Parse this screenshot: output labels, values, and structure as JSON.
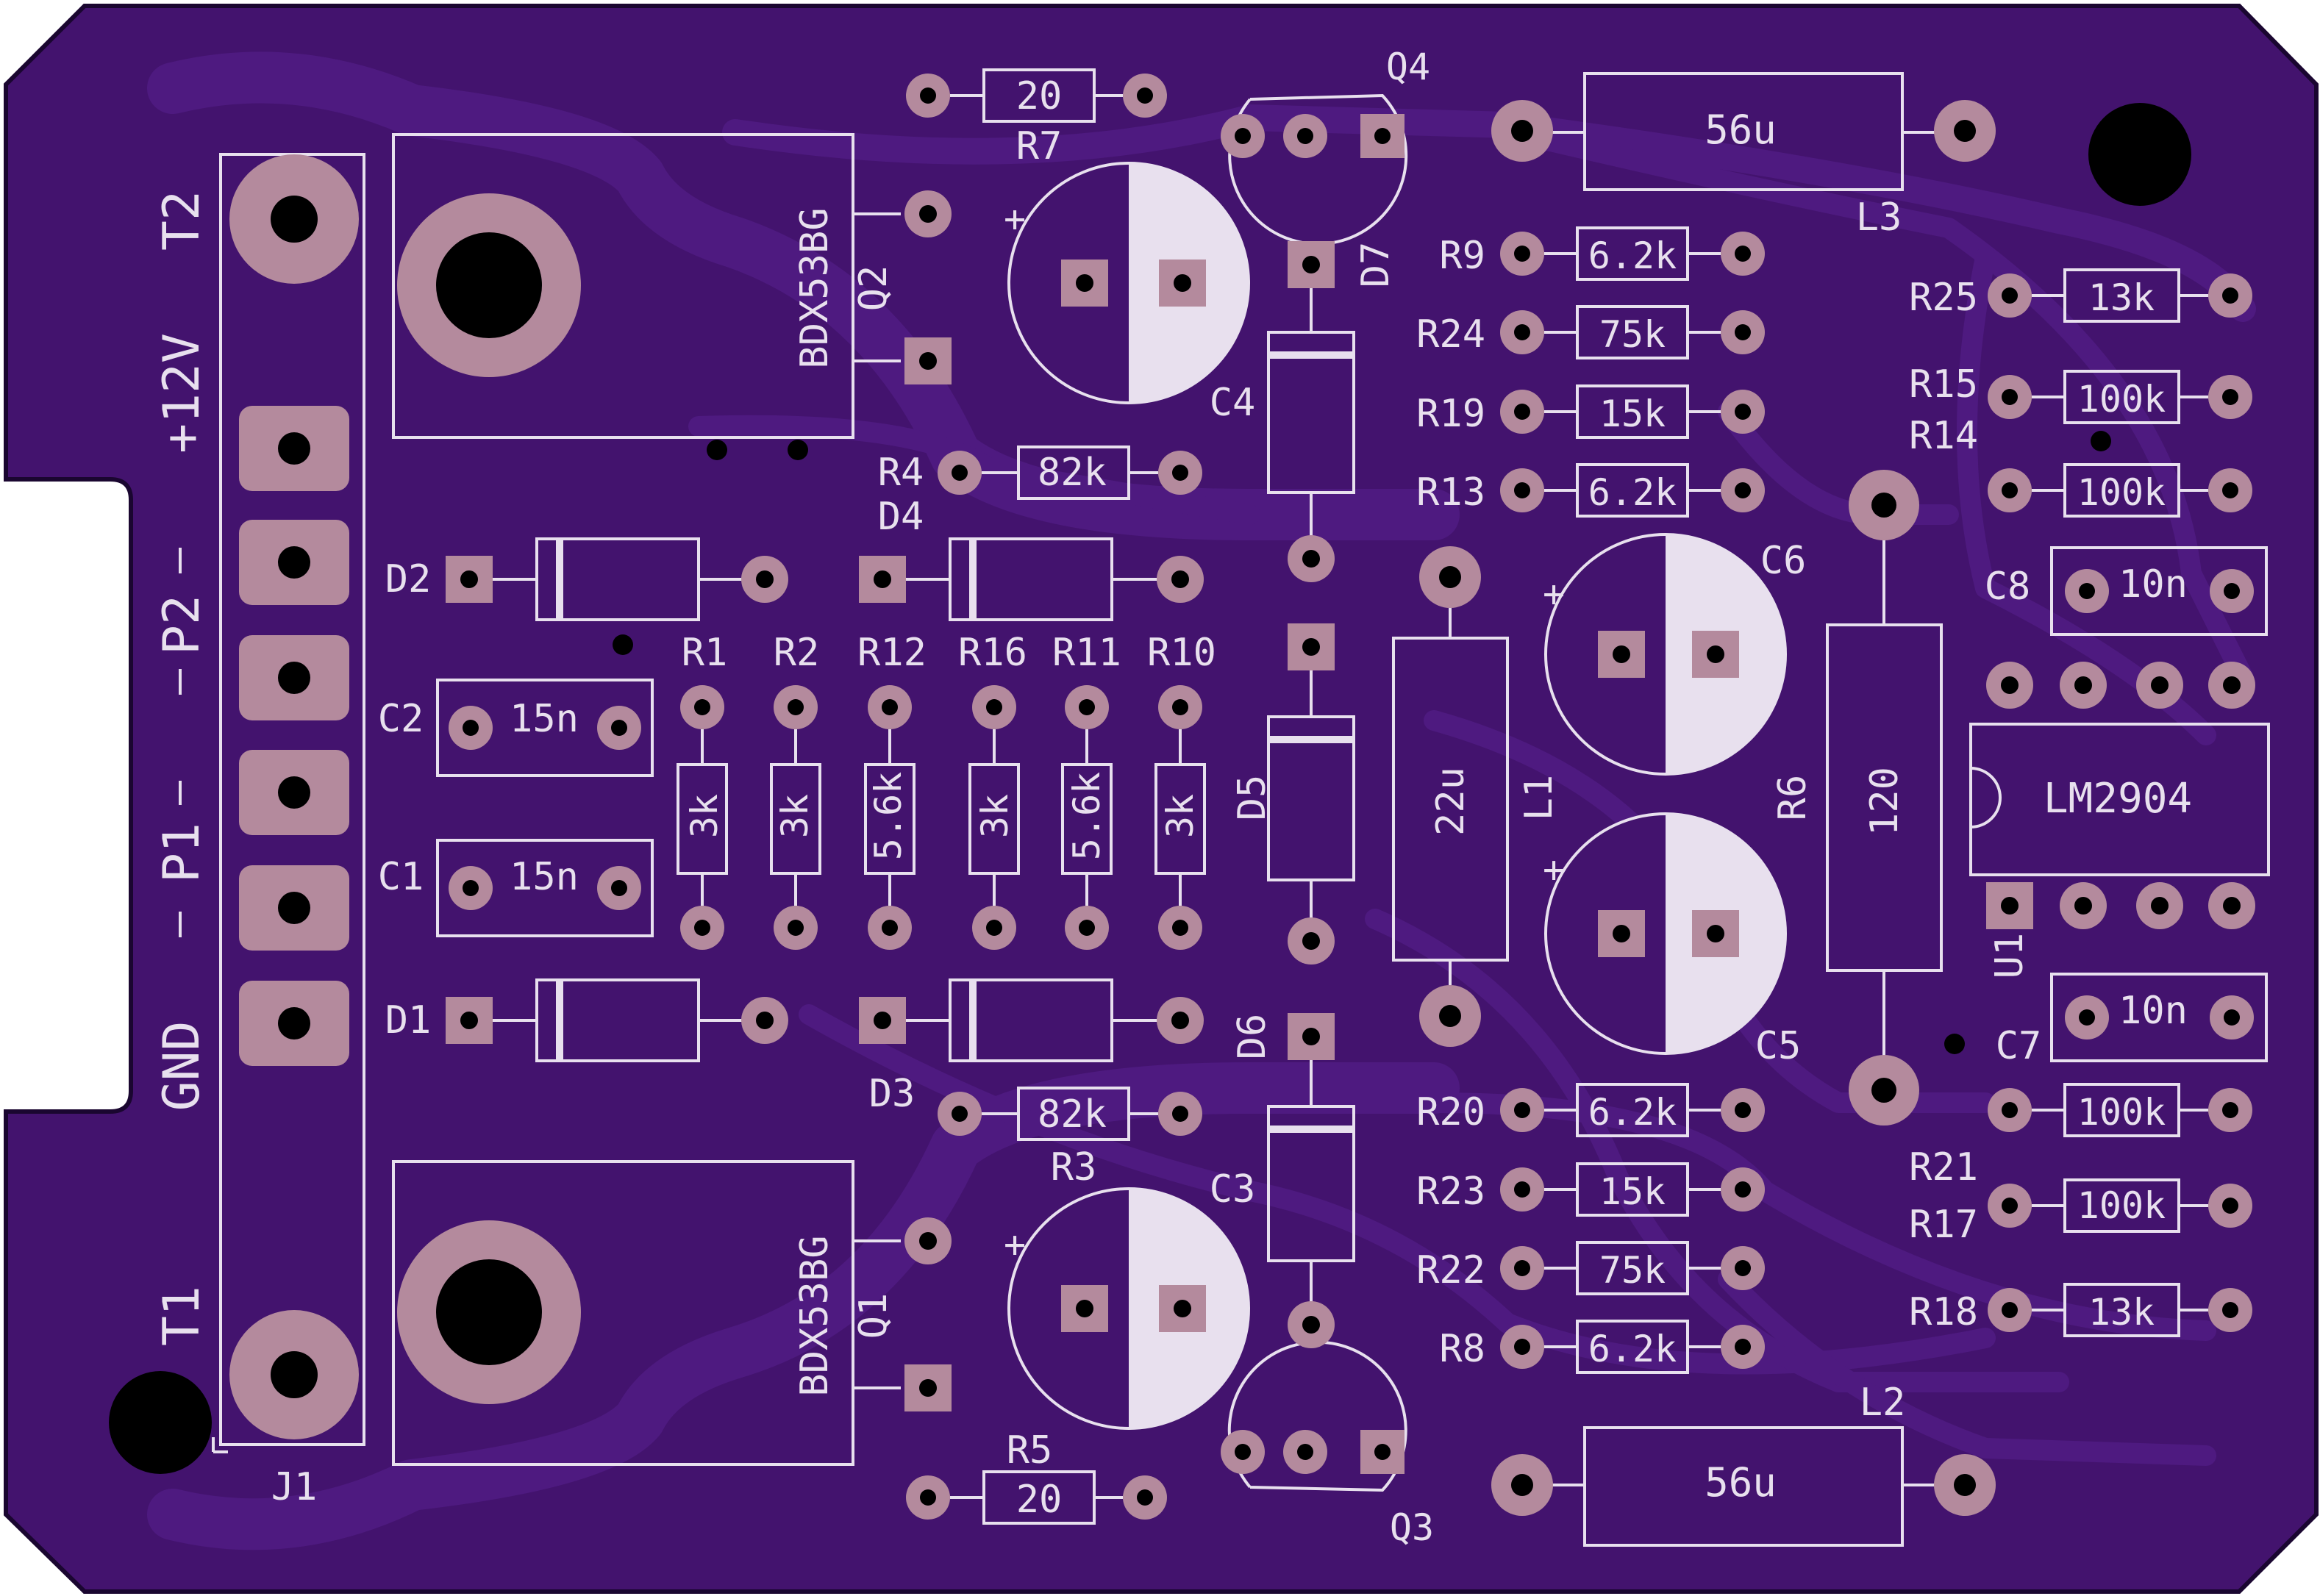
{
  "colors": {
    "board": "#43136e",
    "copper": "#4e1a80",
    "pad": "#b48a9d",
    "hole": "#000000",
    "silk": "#e8e0ee"
  },
  "connector": {
    "ref": "J1",
    "pins": [
      "T2",
      "+12V",
      "P2",
      "P1",
      "GND",
      "T1"
    ]
  },
  "transistors_power": [
    {
      "ref": "Q2",
      "value": "BDX53BG"
    },
    {
      "ref": "Q1",
      "value": "BDX53BG"
    }
  ],
  "transistors_small": [
    {
      "ref": "Q4"
    },
    {
      "ref": "Q3"
    }
  ],
  "resistors": [
    {
      "ref": "R7",
      "value": "20"
    },
    {
      "ref": "R5",
      "value": "20"
    },
    {
      "ref": "R4",
      "value": "82k"
    },
    {
      "ref": "R3",
      "value": "82k"
    },
    {
      "ref": "R1",
      "value": "3k"
    },
    {
      "ref": "R2",
      "value": "3k"
    },
    {
      "ref": "R12",
      "value": "5.6k"
    },
    {
      "ref": "R16",
      "value": "3k"
    },
    {
      "ref": "R11",
      "value": "5.6k"
    },
    {
      "ref": "R10",
      "value": "3k"
    },
    {
      "ref": "R9",
      "value": "6.2k"
    },
    {
      "ref": "R24",
      "value": "75k"
    },
    {
      "ref": "R19",
      "value": "15k"
    },
    {
      "ref": "R13",
      "value": "6.2k"
    },
    {
      "ref": "R20",
      "value": "6.2k"
    },
    {
      "ref": "R23",
      "value": "15k"
    },
    {
      "ref": "R22",
      "value": "75k"
    },
    {
      "ref": "R8",
      "value": "6.2k"
    },
    {
      "ref": "R25",
      "value": "13k"
    },
    {
      "ref": "R15",
      "value": "100k"
    },
    {
      "ref": "R14",
      "value": "100k"
    },
    {
      "ref": "R21",
      "value": "100k"
    },
    {
      "ref": "R17",
      "value": "100k"
    },
    {
      "ref": "R18",
      "value": "13k"
    },
    {
      "ref": "R6",
      "value": "120"
    }
  ],
  "capacitors": [
    {
      "ref": "C1",
      "value": "15n"
    },
    {
      "ref": "C2",
      "value": "15n"
    },
    {
      "ref": "C7",
      "value": "10n"
    },
    {
      "ref": "C8",
      "value": "10n"
    },
    {
      "ref": "C3"
    },
    {
      "ref": "C4"
    },
    {
      "ref": "C5"
    },
    {
      "ref": "C6"
    }
  ],
  "diodes": [
    "D1",
    "D2",
    "D3",
    "D4",
    "D5",
    "D6",
    "D7"
  ],
  "inductors": [
    {
      "ref": "L1",
      "value": "22u"
    },
    {
      "ref": "L2",
      "value": "56u"
    },
    {
      "ref": "L3",
      "value": "56u"
    }
  ],
  "ic": {
    "ref": "U1",
    "value": "LM2904"
  },
  "polarity_mark": "+"
}
